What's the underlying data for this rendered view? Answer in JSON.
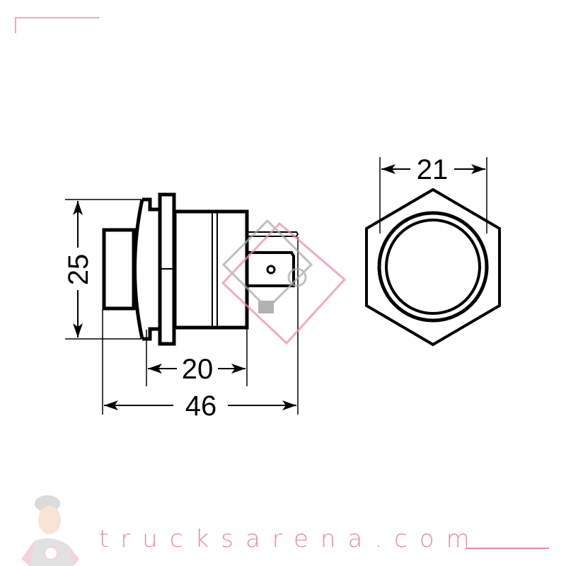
{
  "dimensions": {
    "height": "25",
    "body_length": "20",
    "total_length": "46",
    "hex_width": "21"
  },
  "watermark": {
    "brand_text": "trucksarena.com",
    "accent_color": "#e88aa6"
  }
}
